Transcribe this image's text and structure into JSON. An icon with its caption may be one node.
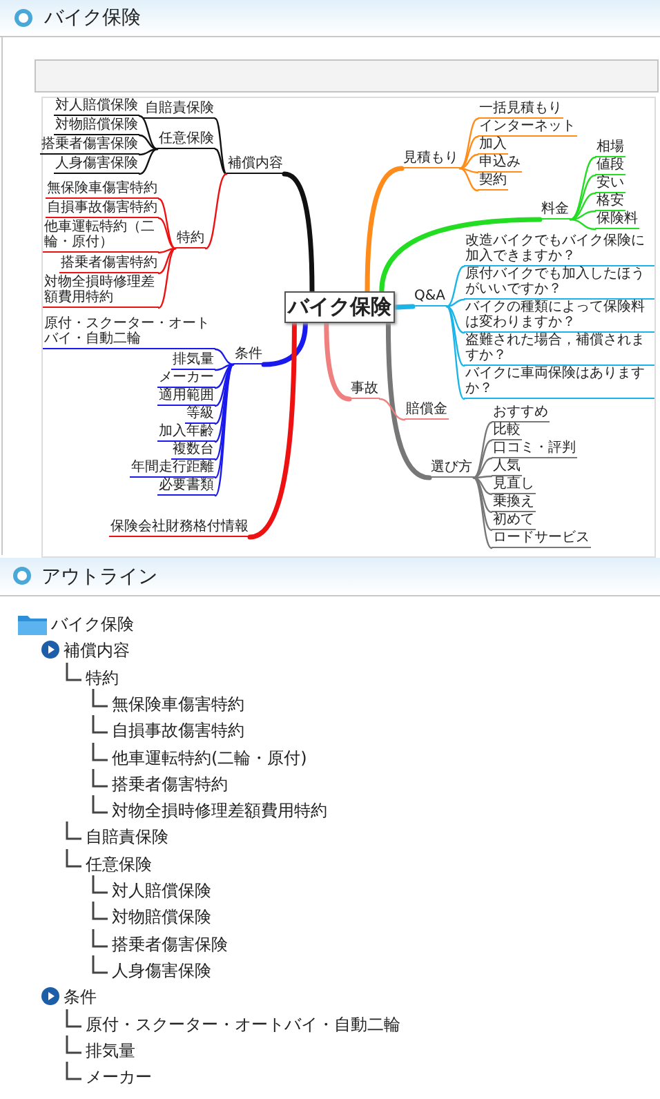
{
  "diagram": {
    "title": "バイク保険",
    "nodes": [
      {
        "text": [
          "バイク保険"
        ]
      },
      {
        "text": [
          "補償内容"
        ]
      },
      {
        "text": [
          "自賠責保険"
        ]
      },
      {
        "text": [
          "任意保険"
        ]
      },
      {
        "text": [
          "対人賠償保険"
        ]
      },
      {
        "text": [
          "対物賠償保険"
        ]
      },
      {
        "text": [
          "搭乗者傷害保険"
        ]
      },
      {
        "text": [
          "人身傷害保険"
        ]
      },
      {
        "text": [
          "特約"
        ]
      },
      {
        "text": [
          "無保険車傷害特約"
        ]
      },
      {
        "text": [
          "自損事故傷害特約"
        ]
      },
      {
        "text": [
          "他車運転特約（二輪・原付）"
        ]
      },
      {
        "text": [
          "搭乗者傷害特約"
        ]
      },
      {
        "text": [
          "対物全損時修理差額費用特約"
        ]
      },
      {
        "text": [
          "条件"
        ]
      },
      {
        "text": [
          "原付・スクーター・オートバイ・自動二輪"
        ]
      },
      {
        "text": [
          "排気量"
        ]
      },
      {
        "text": [
          "メーカー"
        ]
      },
      {
        "text": [
          "適用範囲"
        ]
      },
      {
        "text": [
          "等級"
        ]
      },
      {
        "text": [
          "加入年齢"
        ]
      },
      {
        "text": [
          "複数台"
        ]
      },
      {
        "text": [
          "年間走行距離"
        ]
      },
      {
        "text": [
          "必要書類"
        ]
      },
      {
        "text": [
          "保険会社財務格付情報"
        ]
      },
      {
        "text": [
          "見積もり"
        ]
      },
      {
        "text": [
          "一括見積もり"
        ]
      },
      {
        "text": [
          "インターネット"
        ]
      },
      {
        "text": [
          "加入"
        ]
      },
      {
        "text": [
          "申込み"
        ]
      },
      {
        "text": [
          "契約"
        ]
      },
      {
        "text": [
          "料金"
        ]
      },
      {
        "text": [
          "相場"
        ]
      },
      {
        "text": [
          "値段"
        ]
      },
      {
        "text": [
          "安い"
        ]
      },
      {
        "text": [
          "格安"
        ]
      },
      {
        "text": [
          "保険料"
        ]
      },
      {
        "text": [
          "Q&A"
        ]
      },
      {
        "text": [
          "改造バイクでもバイク保険に加入できますか？"
        ]
      },
      {
        "text": [
          "原付バイクでも加入したほうがいいですか？"
        ]
      },
      {
        "text": [
          "バイクの種類によって保険料は変わりますか？"
        ]
      },
      {
        "text": [
          "盗難された場合，補償されますか？"
        ]
      },
      {
        "text": [
          "バイクに車両保険はありますか？"
        ]
      },
      {
        "text": [
          "選び方"
        ]
      },
      {
        "text": [
          "おすすめ"
        ]
      },
      {
        "text": [
          "比較"
        ]
      },
      {
        "text": [
          "口コミ・評判"
        ]
      },
      {
        "text": [
          "人気"
        ]
      },
      {
        "text": [
          "見直し"
        ]
      },
      {
        "text": [
          "乗換え"
        ]
      },
      {
        "text": [
          "初めて"
        ]
      },
      {
        "text": [
          "ロードサービス"
        ]
      },
      {
        "text": [
          "事故"
        ]
      },
      {
        "text": [
          "賠償金"
        ]
      },
      {
        "text": [],
        "shape": "bar"
      }
    ],
    "edges": [
      {
        "from": 0,
        "to": 1,
        "arrow": "none",
        "style": "thick",
        "color": "#111111"
      },
      {
        "from": 1,
        "to": 2,
        "arrow": "none",
        "color": "#111111"
      },
      {
        "from": 1,
        "to": 3,
        "arrow": "none",
        "color": "#111111"
      },
      {
        "from": 3,
        "to": 4,
        "arrow": "none",
        "color": "#111111"
      },
      {
        "from": 3,
        "to": 5,
        "arrow": "none",
        "color": "#111111"
      },
      {
        "from": 3,
        "to": 6,
        "arrow": "none",
        "color": "#111111"
      },
      {
        "from": 3,
        "to": 7,
        "arrow": "none",
        "color": "#111111"
      },
      {
        "from": 1,
        "to": 8,
        "arrow": "none",
        "color": "#ee1111"
      },
      {
        "from": 8,
        "to": 9,
        "arrow": "none",
        "color": "#ee1111"
      },
      {
        "from": 8,
        "to": 10,
        "arrow": "none",
        "color": "#ee1111"
      },
      {
        "from": 8,
        "to": 11,
        "arrow": "none",
        "color": "#ee1111"
      },
      {
        "from": 8,
        "to": 12,
        "arrow": "none",
        "color": "#ee1111"
      },
      {
        "from": 8,
        "to": 13,
        "arrow": "none",
        "color": "#ee1111"
      },
      {
        "from": 0,
        "to": 14,
        "arrow": "none",
        "style": "thick",
        "color": "#1a1aee"
      },
      {
        "from": 14,
        "to": 15,
        "arrow": "none",
        "color": "#1a1aee"
      },
      {
        "from": 14,
        "to": 16,
        "arrow": "none",
        "color": "#1a1aee"
      },
      {
        "from": 14,
        "to": 17,
        "arrow": "none",
        "color": "#1a1aee"
      },
      {
        "from": 14,
        "to": 18,
        "arrow": "none",
        "color": "#1a1aee"
      },
      {
        "from": 14,
        "to": 19,
        "arrow": "none",
        "color": "#1a1aee"
      },
      {
        "from": 14,
        "to": 20,
        "arrow": "none",
        "color": "#1a1aee"
      },
      {
        "from": 14,
        "to": 21,
        "arrow": "none",
        "color": "#1a1aee"
      },
      {
        "from": 14,
        "to": 22,
        "arrow": "none",
        "color": "#1a1aee"
      },
      {
        "from": 14,
        "to": 23,
        "arrow": "none",
        "color": "#1a1aee"
      },
      {
        "from": 0,
        "to": 24,
        "arrow": "none",
        "style": "thick",
        "color": "#ee1111"
      },
      {
        "from": 0,
        "to": 25,
        "arrow": "none",
        "style": "thick",
        "color": "#ff8c1a"
      },
      {
        "from": 25,
        "to": 26,
        "arrow": "none",
        "color": "#ff8c1a"
      },
      {
        "from": 25,
        "to": 27,
        "arrow": "none",
        "color": "#ff8c1a"
      },
      {
        "from": 25,
        "to": 28,
        "arrow": "none",
        "color": "#ff8c1a"
      },
      {
        "from": 25,
        "to": 29,
        "arrow": "none",
        "color": "#ff8c1a"
      },
      {
        "from": 25,
        "to": 30,
        "arrow": "none",
        "color": "#ff8c1a"
      },
      {
        "from": 0,
        "to": 31,
        "arrow": "none",
        "style": "thick",
        "color": "#22dd22"
      },
      {
        "from": 31,
        "to": 32,
        "arrow": "none",
        "color": "#22dd22"
      },
      {
        "from": 31,
        "to": 33,
        "arrow": "none",
        "color": "#22dd22"
      },
      {
        "from": 31,
        "to": 34,
        "arrow": "none",
        "color": "#22dd22"
      },
      {
        "from": 31,
        "to": 35,
        "arrow": "none",
        "color": "#22dd22"
      },
      {
        "from": 31,
        "to": 36,
        "arrow": "none",
        "color": "#22dd22"
      },
      {
        "from": 0,
        "to": 37,
        "arrow": "none",
        "style": "thick",
        "color": "#1ab4e8"
      },
      {
        "from": 37,
        "to": 38,
        "arrow": "none",
        "color": "#1ab4e8"
      },
      {
        "from": 37,
        "to": 39,
        "arrow": "none",
        "color": "#1ab4e8"
      },
      {
        "from": 37,
        "to": 40,
        "arrow": "none",
        "color": "#1ab4e8"
      },
      {
        "from": 37,
        "to": 41,
        "arrow": "none",
        "color": "#1ab4e8"
      },
      {
        "from": 37,
        "to": 42,
        "arrow": "none",
        "color": "#1ab4e8"
      },
      {
        "from": 0,
        "to": 43,
        "arrow": "none",
        "style": "thick",
        "color": "#777777"
      },
      {
        "from": 43,
        "to": 44,
        "arrow": "none",
        "color": "#777777"
      },
      {
        "from": 43,
        "to": 45,
        "arrow": "none",
        "color": "#777777"
      },
      {
        "from": 43,
        "to": 46,
        "arrow": "none",
        "color": "#777777"
      },
      {
        "from": 43,
        "to": 47,
        "arrow": "none",
        "color": "#777777"
      },
      {
        "from": 43,
        "to": 48,
        "arrow": "none",
        "color": "#777777"
      },
      {
        "from": 43,
        "to": 49,
        "arrow": "none",
        "color": "#777777"
      },
      {
        "from": 43,
        "to": 50,
        "arrow": "none",
        "color": "#777777"
      },
      {
        "from": 43,
        "to": 51,
        "arrow": "none",
        "color": "#777777"
      },
      {
        "from": 0,
        "to": 52,
        "arrow": "none",
        "style": "thick",
        "color": "#f08080"
      },
      {
        "from": 52,
        "to": 53,
        "arrow": "none",
        "color": "#f08080"
      }
    ],
    "labels": [
      "アウトライン",
      "バイク保険",
      "補償内容",
      "特約",
      "無保険車傷害特約",
      "自損事故傷害特約",
      "他車運転特約(二輪・原付)",
      "搭乗者傷害特約",
      "対物全損時修理差額費用特約",
      "自賠責保険",
      "任意保険",
      "対人賠償保険",
      "対物賠償保険",
      "搭乗者傷害保険",
      "人身傷害保険",
      "条件",
      "原付・スクーター・オートバイ・自動二輪",
      "排気量",
      "メーカー"
    ]
  }
}
